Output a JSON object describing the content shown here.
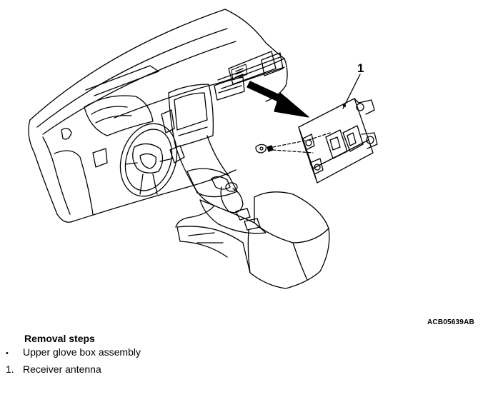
{
  "callout": "1",
  "figure_id": "ACB05639AB",
  "removal": {
    "title": "Removal steps",
    "steps": [
      {
        "marker": "•",
        "label": "Upper glove box assembly"
      },
      {
        "marker": "1.",
        "label": "Receiver antenna"
      }
    ]
  }
}
